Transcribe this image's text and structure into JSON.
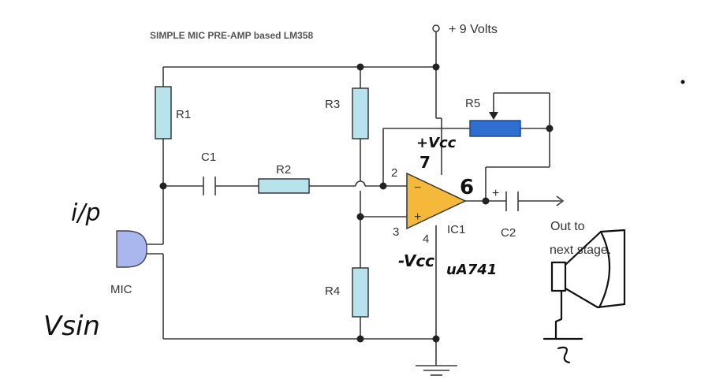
{
  "title": "SIMPLE MIC PRE-AMP based LM358",
  "supply_label": "+ 9 Volts",
  "components": {
    "r1": "R1",
    "r2": "R2",
    "r3": "R3",
    "r4": "R4",
    "r5": "R5",
    "c1": "C1",
    "c2": "C2",
    "ic1": "IC1",
    "mic": "MIC",
    "pin2": "2",
    "pin3": "3",
    "pin4": "4",
    "opamp_minus": "−",
    "opamp_plus": "+",
    "c2_plus": "+"
  },
  "output_label": {
    "line1": "Out to",
    "line2": "next stage."
  },
  "handwritten": {
    "ip": "i/p",
    "vsin": "Vsin",
    "vcc_plus": "+Vcc",
    "pin7": "7",
    "pin6": "6",
    "vcc_minus": "-Vcc",
    "chip": "uA741"
  },
  "colors": {
    "resistor": "#b9e3ec",
    "potentiometer": "#2f6fd1",
    "opamp": "#f4b93a",
    "mic": "#aab6ee",
    "wire": "#3a3a3a"
  }
}
